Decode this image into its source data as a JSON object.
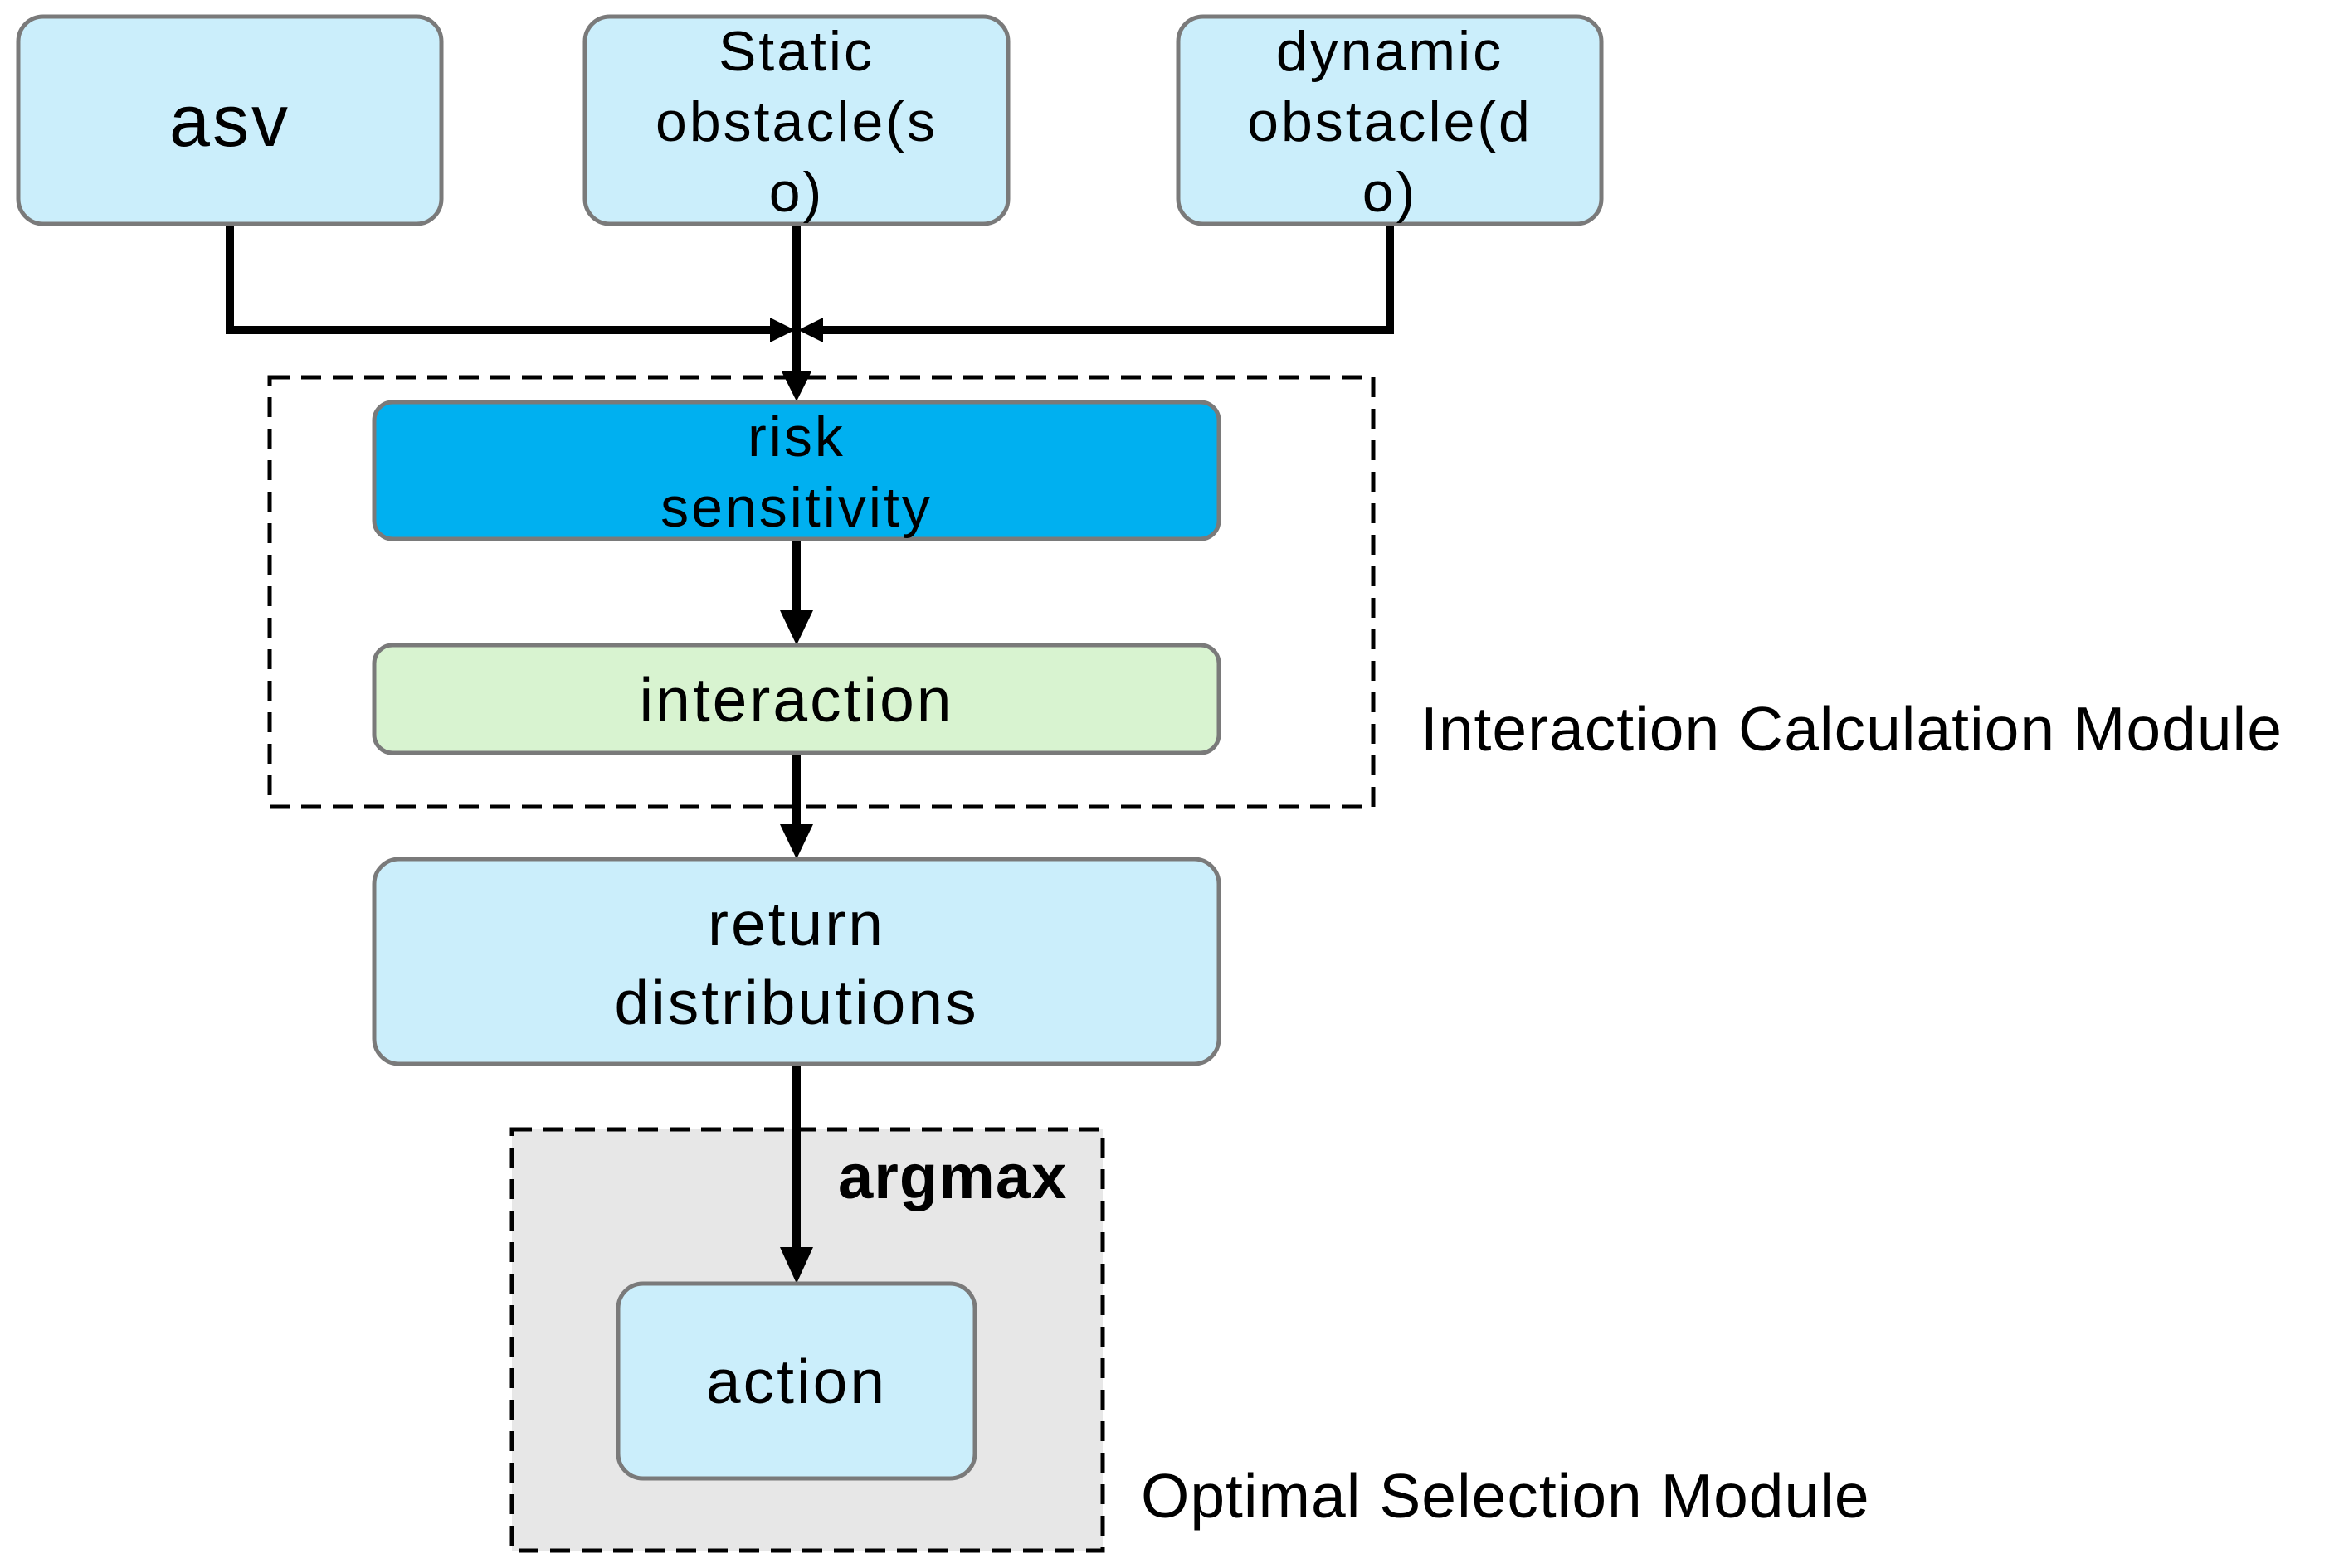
{
  "nodes": {
    "asv": {
      "lines": [
        "asv"
      ]
    },
    "static_obstacle": {
      "lines": [
        "Static",
        "obstacle(s",
        "o)"
      ]
    },
    "dynamic_obstacle": {
      "lines": [
        "dynamic",
        "obstacle(d",
        "o)"
      ]
    },
    "risk_sensitivity": {
      "lines": [
        "risk",
        "sensitivity"
      ]
    },
    "interaction": {
      "lines": [
        "interaction"
      ]
    },
    "return_distributions": {
      "lines": [
        "return",
        "distributions"
      ]
    },
    "action": {
      "lines": [
        "action"
      ]
    }
  },
  "edge_labels": {
    "argmax": "argmax"
  },
  "modules": {
    "interaction_calculation": "Interaction Calculation Module",
    "optimal_selection": "Optimal Selection Module"
  },
  "colors": {
    "node_light_blue": "#cbeefb",
    "node_bright_blue": "#00b0f0",
    "node_light_green": "#d8f3d0",
    "module_gray": "#e7e7e7",
    "node_border": "#7a7a7a",
    "line": "#000000"
  }
}
